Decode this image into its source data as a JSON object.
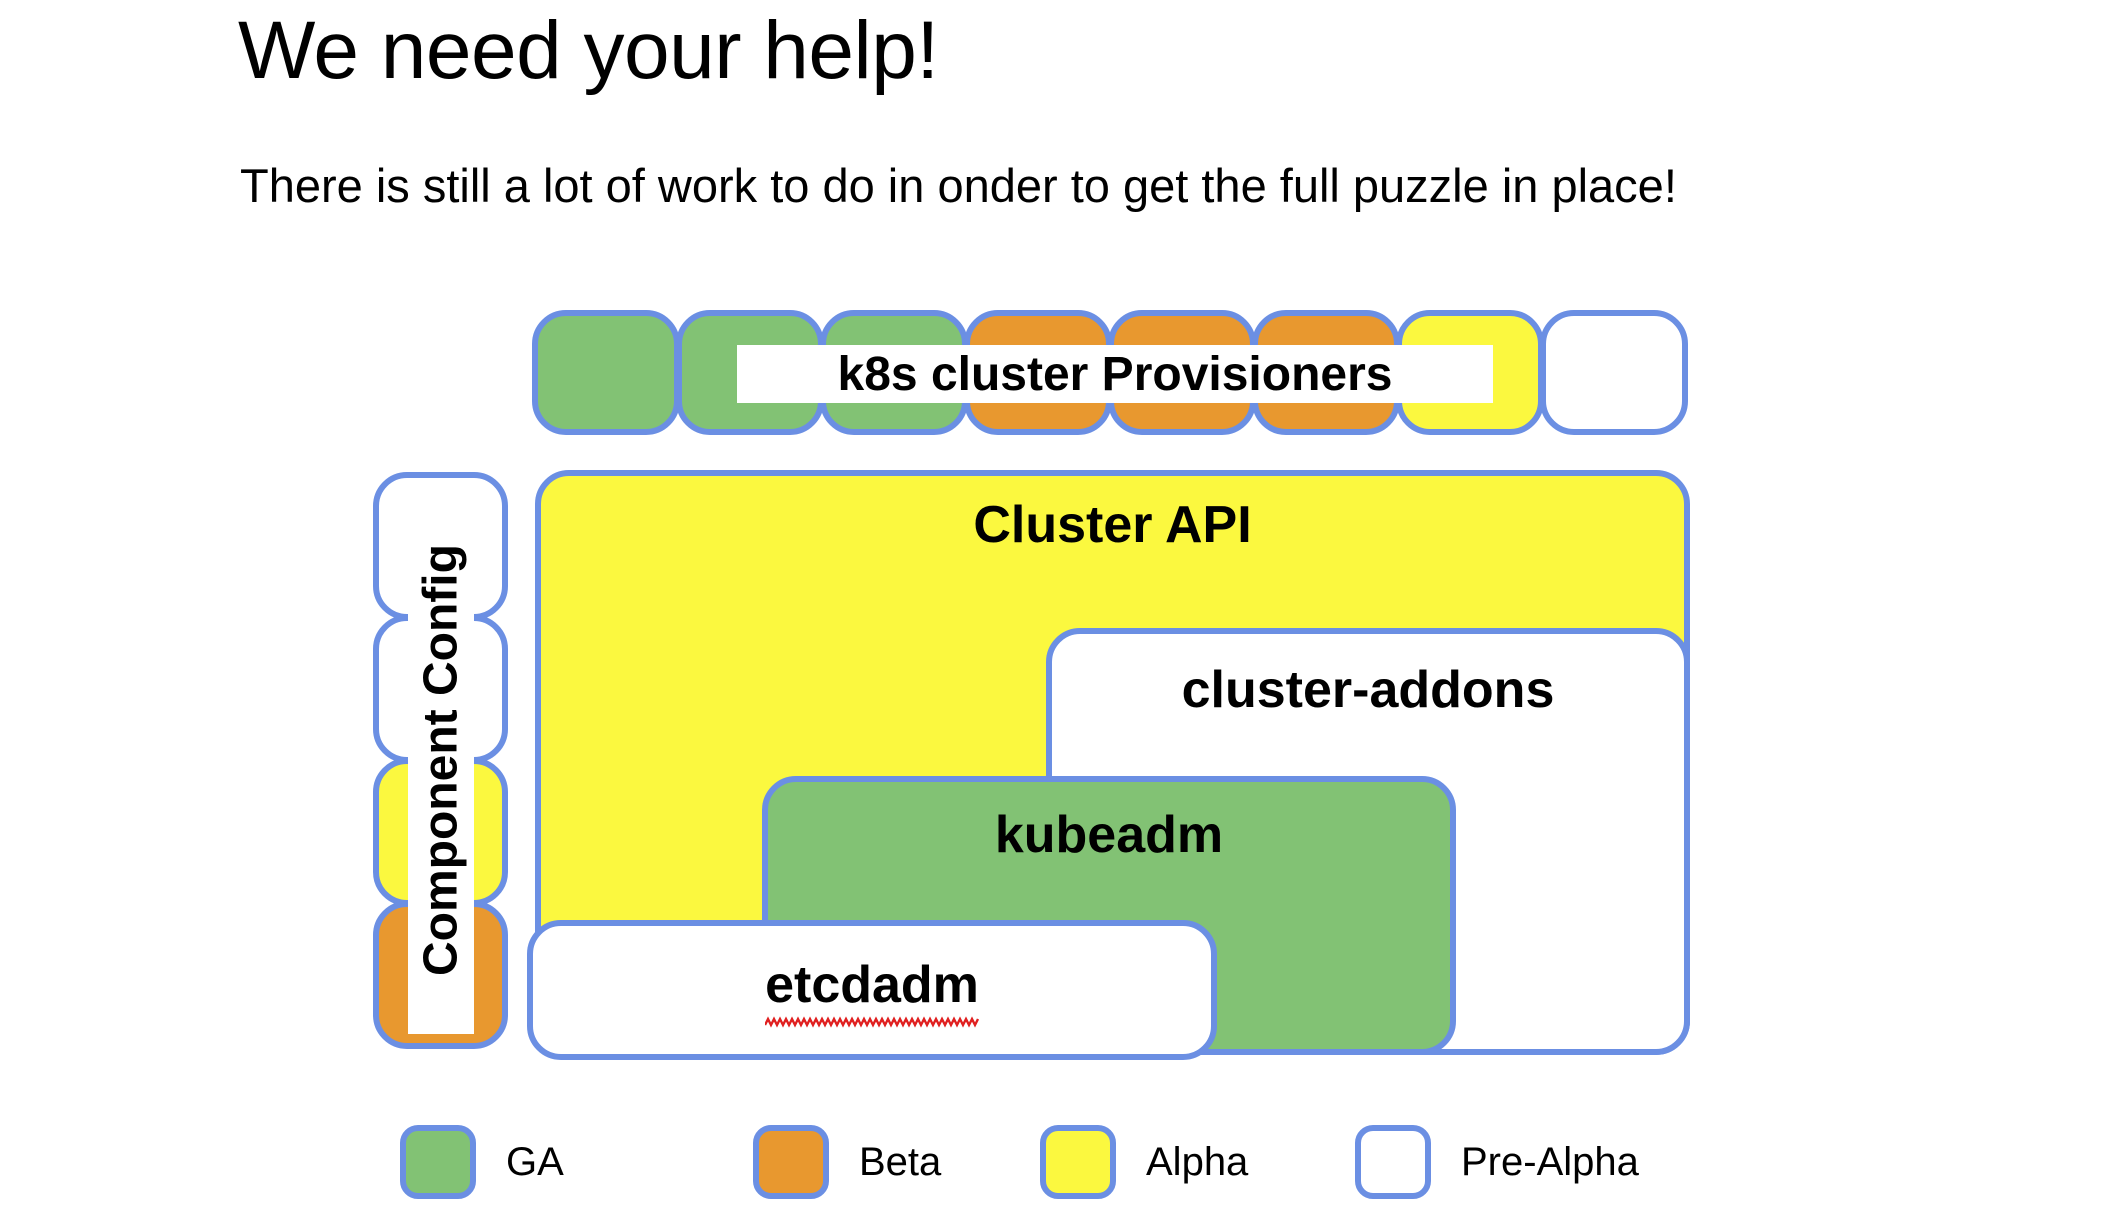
{
  "slide": {
    "title": "We need your help!",
    "subtitle": "There is still a lot of work to do in onder to get the full puzzle in place!"
  },
  "colors": {
    "ga": "#82c274",
    "beta": "#e8982f",
    "alpha": "#fbf83f",
    "pre_alpha": "#ffffff",
    "border": "#6b8fe3",
    "spellcheck": "#e02020",
    "background": "#ffffff",
    "text": "#000000"
  },
  "diagram": {
    "provisioners_row": {
      "label": "k8s cluster Provisioners",
      "cells": [
        {
          "status": "GA"
        },
        {
          "status": "GA"
        },
        {
          "status": "GA"
        },
        {
          "status": "Beta"
        },
        {
          "status": "Beta"
        },
        {
          "status": "Beta"
        },
        {
          "status": "Alpha"
        },
        {
          "status": "Pre-Alpha"
        }
      ]
    },
    "component_config_column": {
      "label": "Component Config",
      "cells": [
        {
          "status": "Pre-Alpha"
        },
        {
          "status": "Pre-Alpha"
        },
        {
          "status": "Alpha"
        },
        {
          "status": "Beta"
        }
      ]
    },
    "nodes": [
      {
        "label": "Cluster API",
        "status": "Alpha"
      },
      {
        "label": "cluster-addons",
        "status": "Pre-Alpha"
      },
      {
        "label": "kubeadm",
        "status": "GA"
      },
      {
        "label": "etcdadm",
        "status": "Pre-Alpha",
        "spellcheck_flagged": true
      }
    ]
  },
  "legend": {
    "items": [
      {
        "label": "GA",
        "status": "GA"
      },
      {
        "label": "Beta",
        "status": "Beta"
      },
      {
        "label": "Alpha",
        "status": "Alpha"
      },
      {
        "label": "Pre-Alpha",
        "status": "Pre-Alpha"
      }
    ]
  }
}
